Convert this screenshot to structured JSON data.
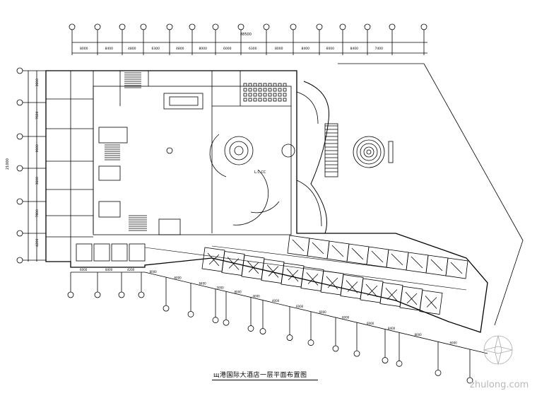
{
  "title": "щ港国际大酒店一层平面布置图",
  "watermark": "zhulong.com",
  "top_dimensions": [
    "8000",
    "8400",
    "4800",
    "6300",
    "4800",
    "8000",
    "6000",
    "6300",
    "8000",
    "8400",
    "6000",
    "8400",
    "7400"
  ],
  "top_total": "88500",
  "left_dimensions": [
    "3600",
    "7600",
    "9000",
    "3600",
    "7800",
    "4200"
  ],
  "left_total": "21000",
  "bottom_dimensions": [
    "6000",
    "8400",
    "4200",
    "8000",
    "6000",
    "8400",
    "5000",
    "8000",
    "4000",
    "4000",
    "6000",
    "6000",
    "6000",
    "6000",
    "8400",
    "8000",
    "6000",
    "8000",
    "6000",
    "6000",
    "10000"
  ],
  "center_label": "L.C.CC",
  "colors": {
    "line": "#000000",
    "watermark": "#b9b9b9"
  }
}
